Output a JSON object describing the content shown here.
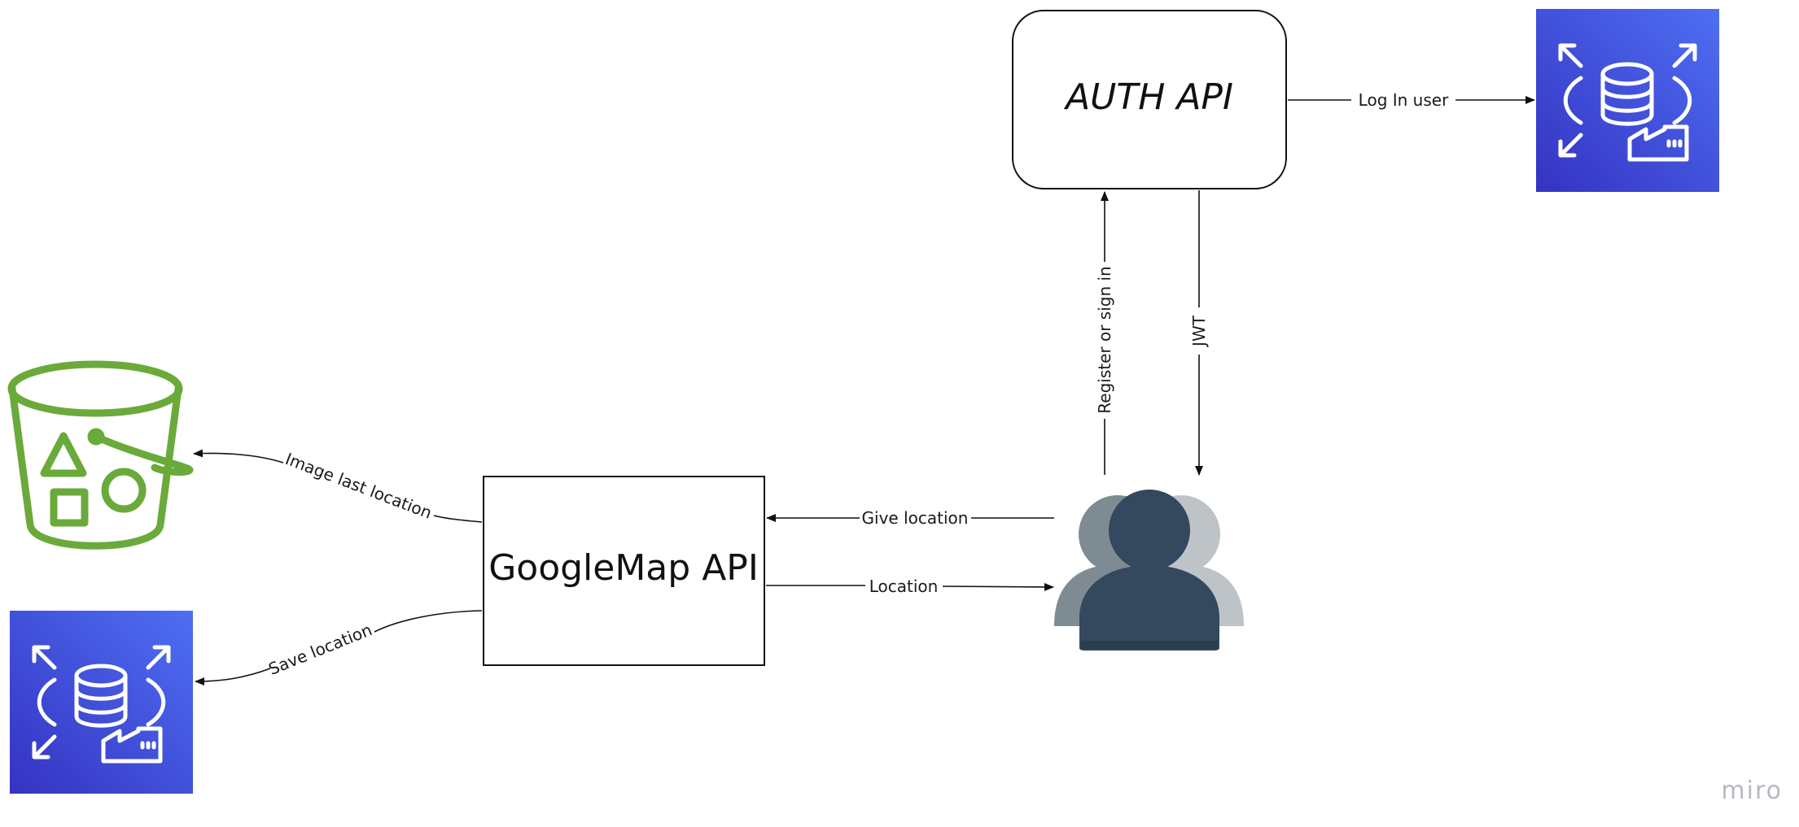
{
  "nodes": {
    "auth_api": "AUTH API",
    "googlemap_api": "GoogleMap API"
  },
  "edges": {
    "log_in_user": "Log In user",
    "register_or_sign_in": "Register or sign in",
    "jwt": "JWT",
    "give_location": "Give location",
    "location": "Location",
    "image_last_location": "Image last location",
    "save_location": "Save location"
  },
  "watermark": "miro",
  "icons": {
    "database_top": "rds-database-icon",
    "database_bottom": "rds-database-icon",
    "bucket": "s3-bucket-icon",
    "users": "users-group-icon"
  },
  "colors": {
    "rds_gradient_start": "#4d6cf0",
    "rds_gradient_end": "#3636c4",
    "bucket_green": "#6aaa3a",
    "user_dark": "#34485e",
    "user_mid": "#7f8b92",
    "user_light": "#bdc3c7"
  }
}
